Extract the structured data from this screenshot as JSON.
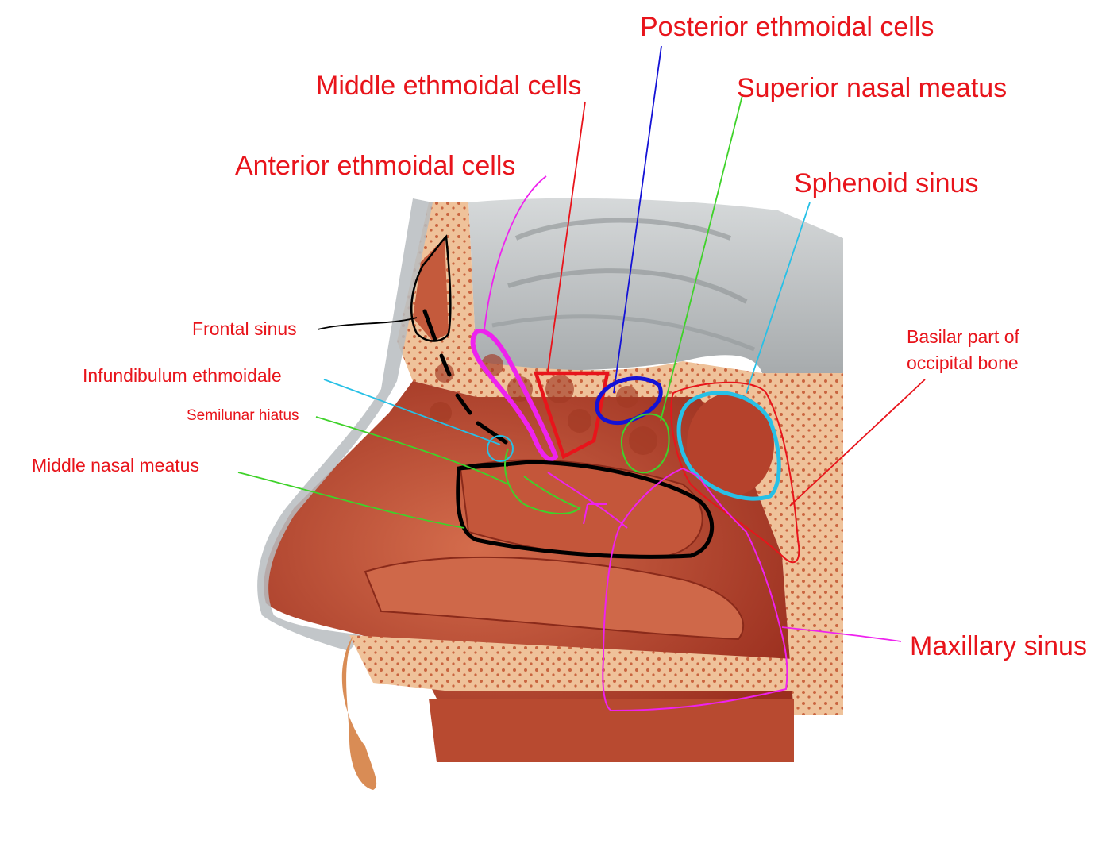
{
  "labels": {
    "posterior_ethmoidal_cells": "Posterior ethmoidal cells",
    "middle_ethmoidal_cells": "Middle ethmoidal cells",
    "superior_nasal_meatus": "Superior nasal meatus",
    "anterior_ethmoidal_cells": "Anterior ethmoidal cells",
    "sphenoid_sinus": "Sphenoid sinus",
    "frontal_sinus": "Frontal sinus",
    "basilar_part_of_occipital_bone": "Basilar part of occipital bone",
    "infundibulum_ethmoidale": "Infundibulum ethmoidale",
    "semilunar_hiatus": "Semilunar hiatus",
    "middle_nasal_meatus": "Middle nasal meatus",
    "maxillary_sinus": "Maxillary sinus"
  },
  "colors": {
    "label_text": "#e8141b",
    "tissue": "#b8402c",
    "tissue_light": "#d97c5e",
    "bone": "#efc29a",
    "brain": "#c9cccd",
    "posterior_outline": "#1412d6",
    "anterior_outline": "#ee22ee",
    "superior_meatus_outline": "#3fd22a",
    "sphenoid_outline": "#27c0e6",
    "middle_meatus_outline": "#000000"
  }
}
